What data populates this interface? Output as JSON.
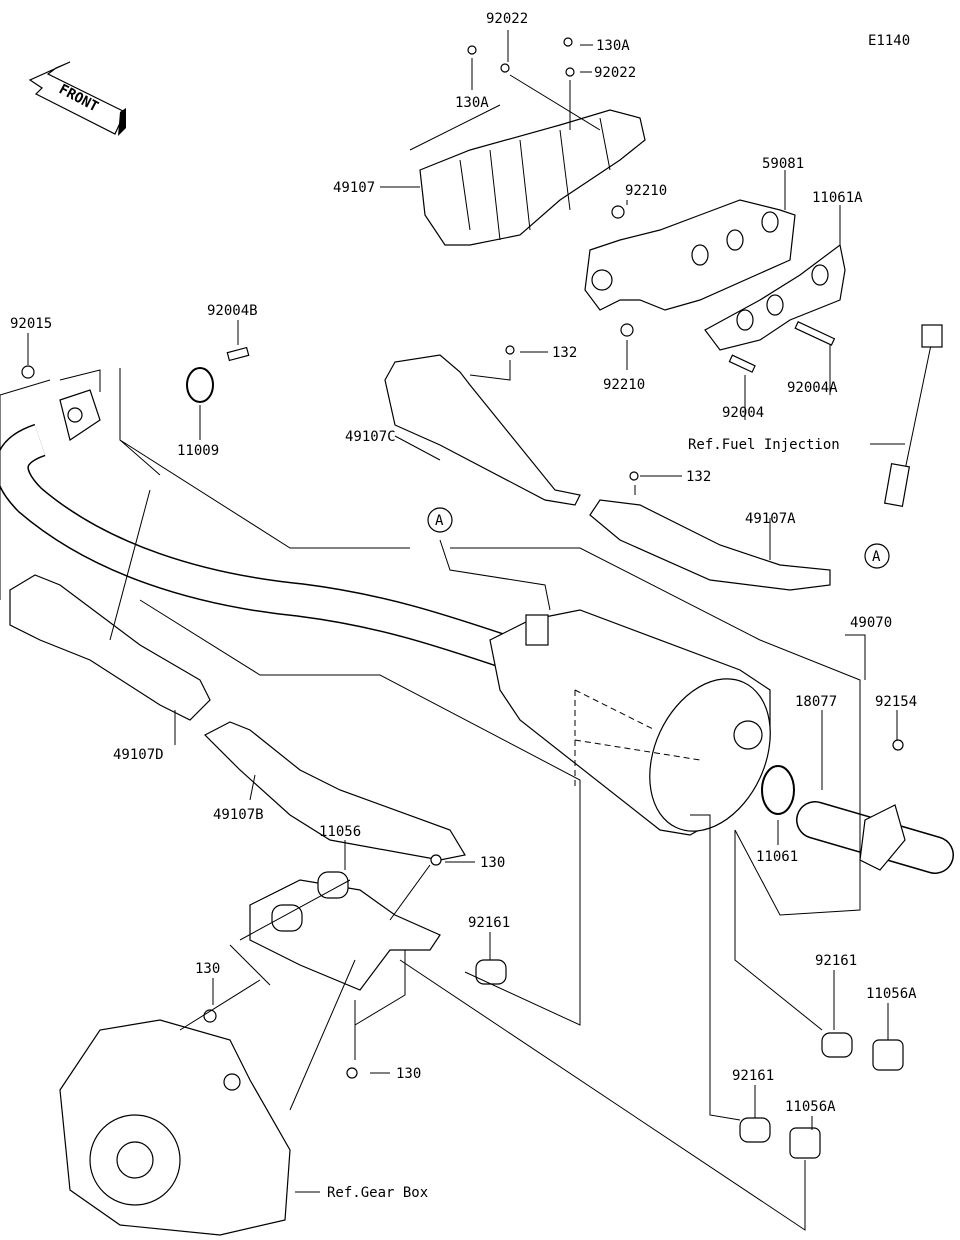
{
  "diagram": {
    "code": "E1140",
    "front_logo": "FRONT",
    "labels": [
      "92022",
      "130A",
      "130A",
      "92022",
      "49107",
      "59081",
      "92210",
      "11061A",
      "92015",
      "92004B",
      "132",
      "11009",
      "49107C",
      "92210",
      "92004",
      "92004A",
      "132",
      "49107A",
      "49070",
      "92154",
      "18077",
      "49107D",
      "49107B",
      "11061",
      "11056",
      "130",
      "92161",
      "130",
      "92161",
      "11056A",
      "130",
      "92161",
      "11056A"
    ],
    "refs": {
      "fuel_injection": "Ref.Fuel Injection",
      "gear_box": "Ref.Gear Box"
    },
    "connector_marks": [
      "A",
      "A"
    ]
  }
}
